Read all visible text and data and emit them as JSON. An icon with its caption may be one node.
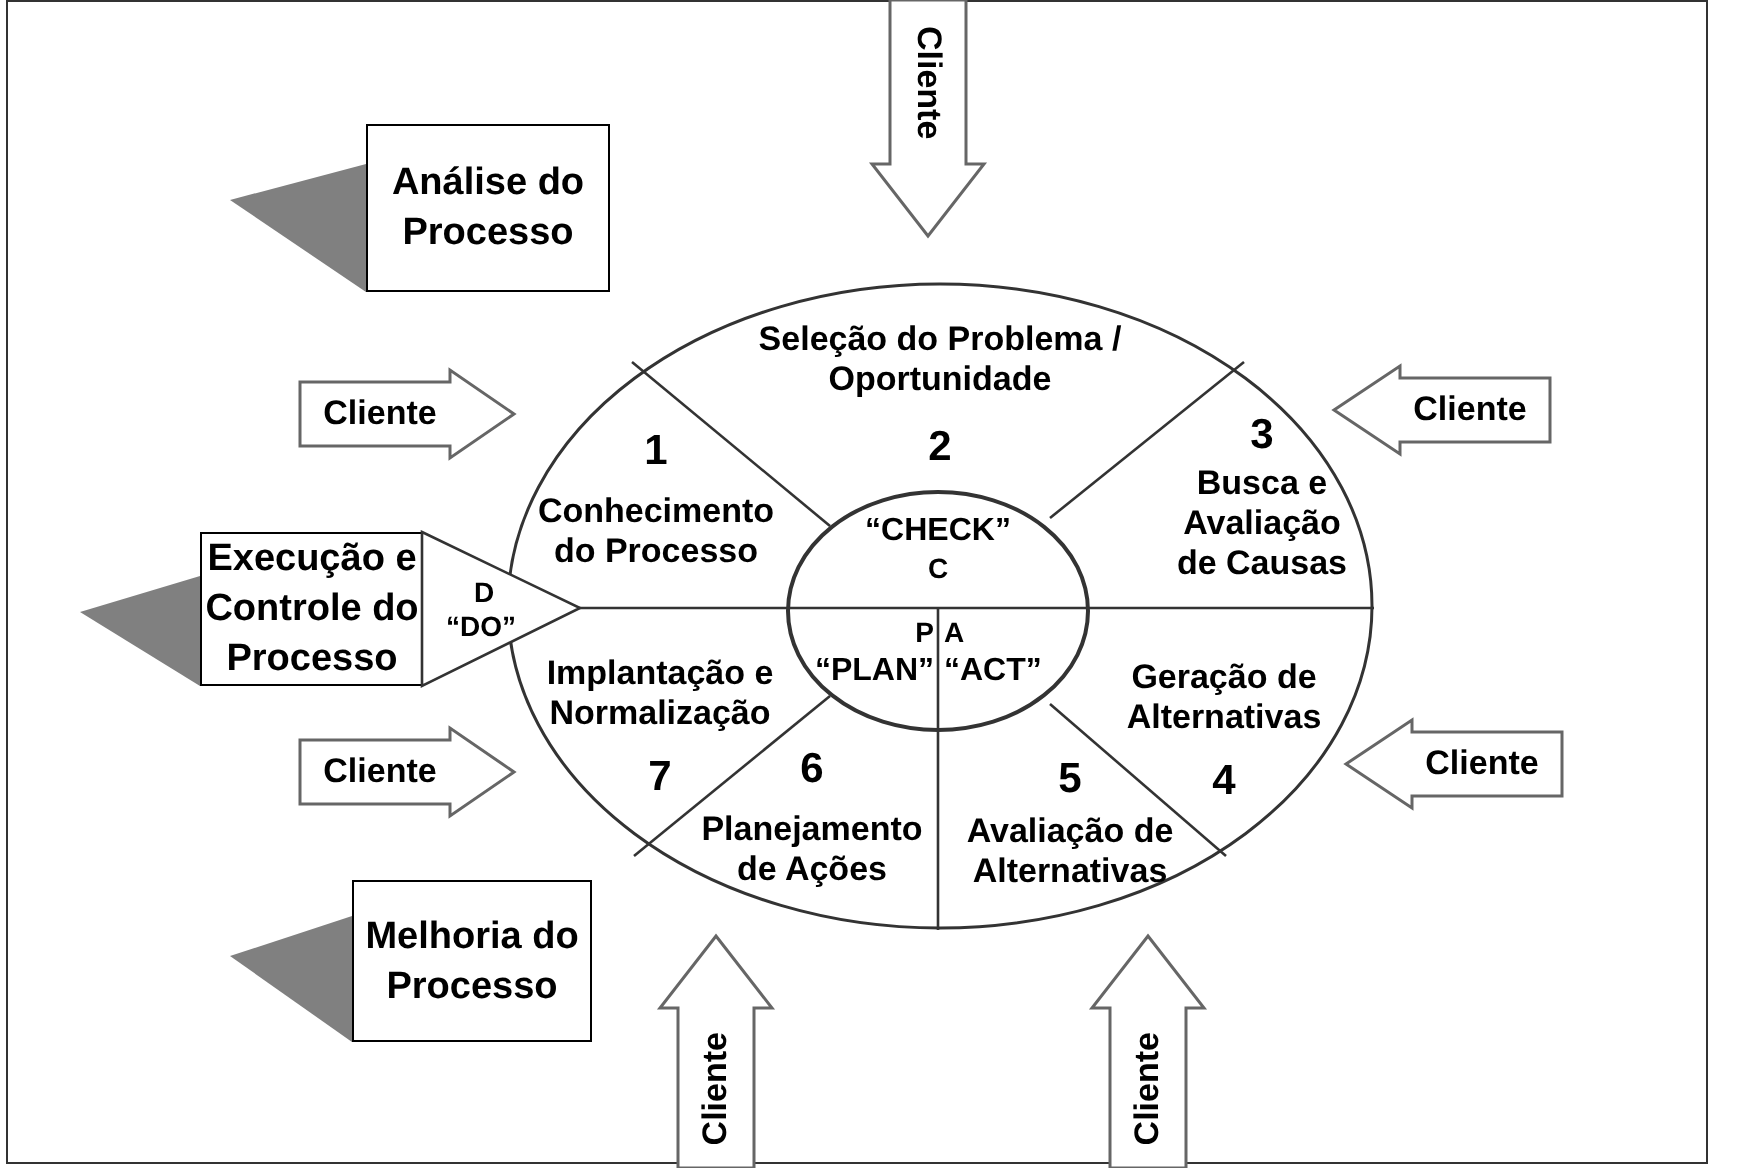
{
  "diagram": {
    "nodes": [
      {
        "text": [
          "Cliente"
        ]
      },
      {
        "text": [
          "Análise do Processo"
        ]
      },
      {
        "text": [],
        "shape": "ellipse"
      },
      {
        "text": [
          "Seleção do Problema / Oportunidade",
          "2"
        ],
        "in": 2
      },
      {
        "text": [
          "1",
          "Conhecimento do Processo"
        ],
        "in": 2
      },
      {
        "text": [
          "3",
          "Busca e Avaliação de Causas"
        ],
        "in": 2
      },
      {
        "text": [],
        "shape": "ellipse",
        "in": 2
      },
      {
        "text": [
          "“CHECK”",
          "C"
        ],
        "in": 6
      },
      {
        "text": [
          "P",
          "“PLAN”"
        ],
        "in": 6
      },
      {
        "text": [
          "A",
          "“ACT”"
        ],
        "in": 6
      },
      {
        "text": [
          "Implantação e Normalização",
          "7"
        ],
        "in": 2
      },
      {
        "text": [
          "Geração de Alternativas",
          "4"
        ],
        "in": 2
      },
      {
        "text": [
          "6",
          "Planejamento de Ações"
        ],
        "in": 2
      },
      {
        "text": [
          "5",
          "Avaliação de Alternativas"
        ],
        "in": 2
      },
      {
        "text": [
          "Cliente"
        ]
      },
      {
        "text": [
          "Cliente"
        ]
      },
      {
        "text": [
          "Execução e Controle do Processo"
        ]
      },
      {
        "text": [
          "D",
          "“DO”"
        ]
      },
      {
        "text": [
          "Cliente"
        ]
      },
      {
        "text": [
          "Cliente"
        ]
      },
      {
        "text": [
          "Melhoria do Processo"
        ]
      },
      {
        "text": [
          "Cliente"
        ]
      },
      {
        "text": [
          "Cliente"
        ]
      }
    ]
  }
}
